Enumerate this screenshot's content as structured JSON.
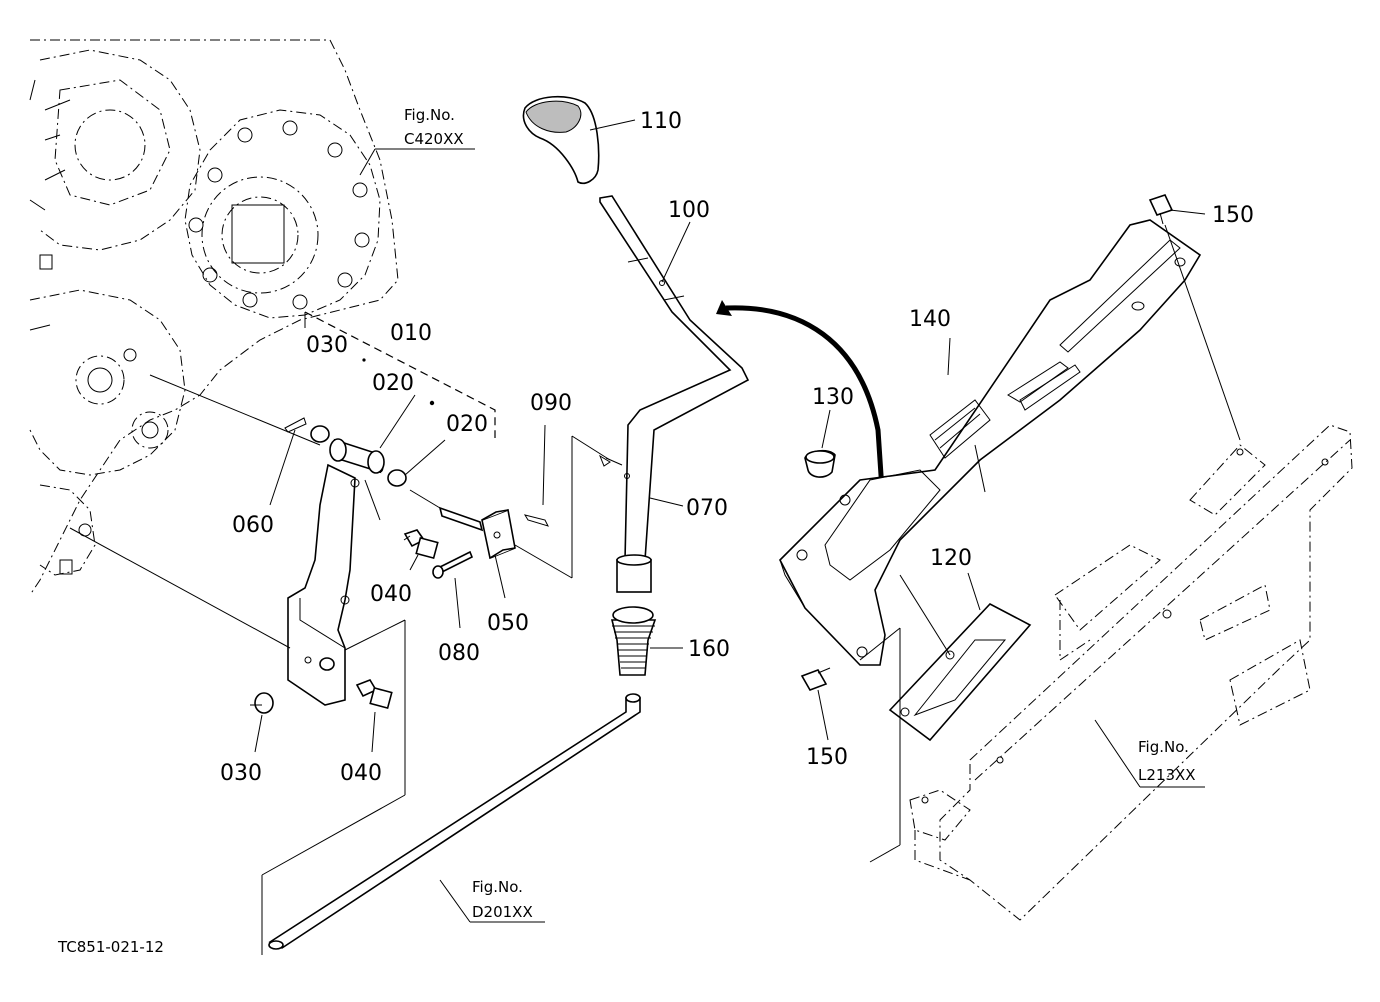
{
  "diagram_code": "TC851-021-12",
  "part_labels": {
    "p010": "010",
    "p020a": "020",
    "p020b": "020",
    "p030a": "030",
    "p030b": "030",
    "p040a": "040",
    "p040b": "040",
    "p050": "050",
    "p060": "060",
    "p070": "070",
    "p080": "080",
    "p090": "090",
    "p100": "100",
    "p110": "110",
    "p120": "120",
    "p130": "130",
    "p140": "140",
    "p150a": "150",
    "p150b": "150",
    "p160": "160"
  },
  "figure_refs": {
    "c420": {
      "label": "Fig.No.",
      "code": "C420XX"
    },
    "l213": {
      "label": "Fig.No.",
      "code": "L213XX"
    },
    "d201": {
      "label": "Fig.No.",
      "code": "D201XX"
    }
  }
}
